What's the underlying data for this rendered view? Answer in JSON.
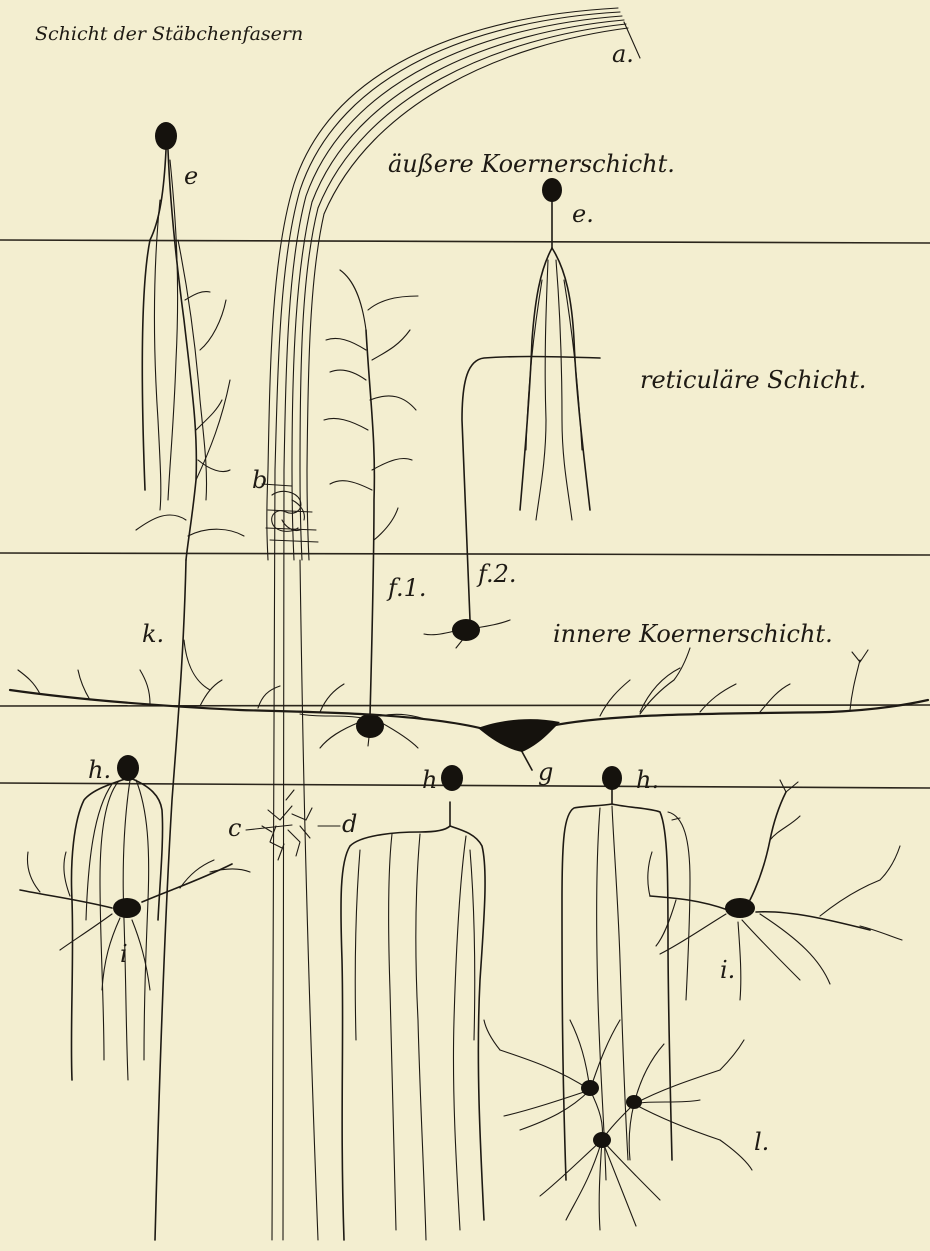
{
  "header": "Schicht der Stäbchenfasern",
  "layers": {
    "outer_granular": "äußere Koernerschicht.",
    "reticular": "reticuläre Schicht.",
    "inner_granular": "innere Koernerschicht."
  },
  "labels": {
    "a": "a.",
    "b": "b",
    "c": "c",
    "d": "d",
    "e1": "e",
    "e2": "e.",
    "f1": "f.1.",
    "f2": "f.2.",
    "g": "g",
    "h1": "h.",
    "h2": "h",
    "h3": "h.",
    "i1": "i",
    "i2": "i.",
    "k": "k.",
    "l": "l."
  },
  "colors": {
    "paper": "#f3eed0",
    "ink": "#1e1a14"
  }
}
